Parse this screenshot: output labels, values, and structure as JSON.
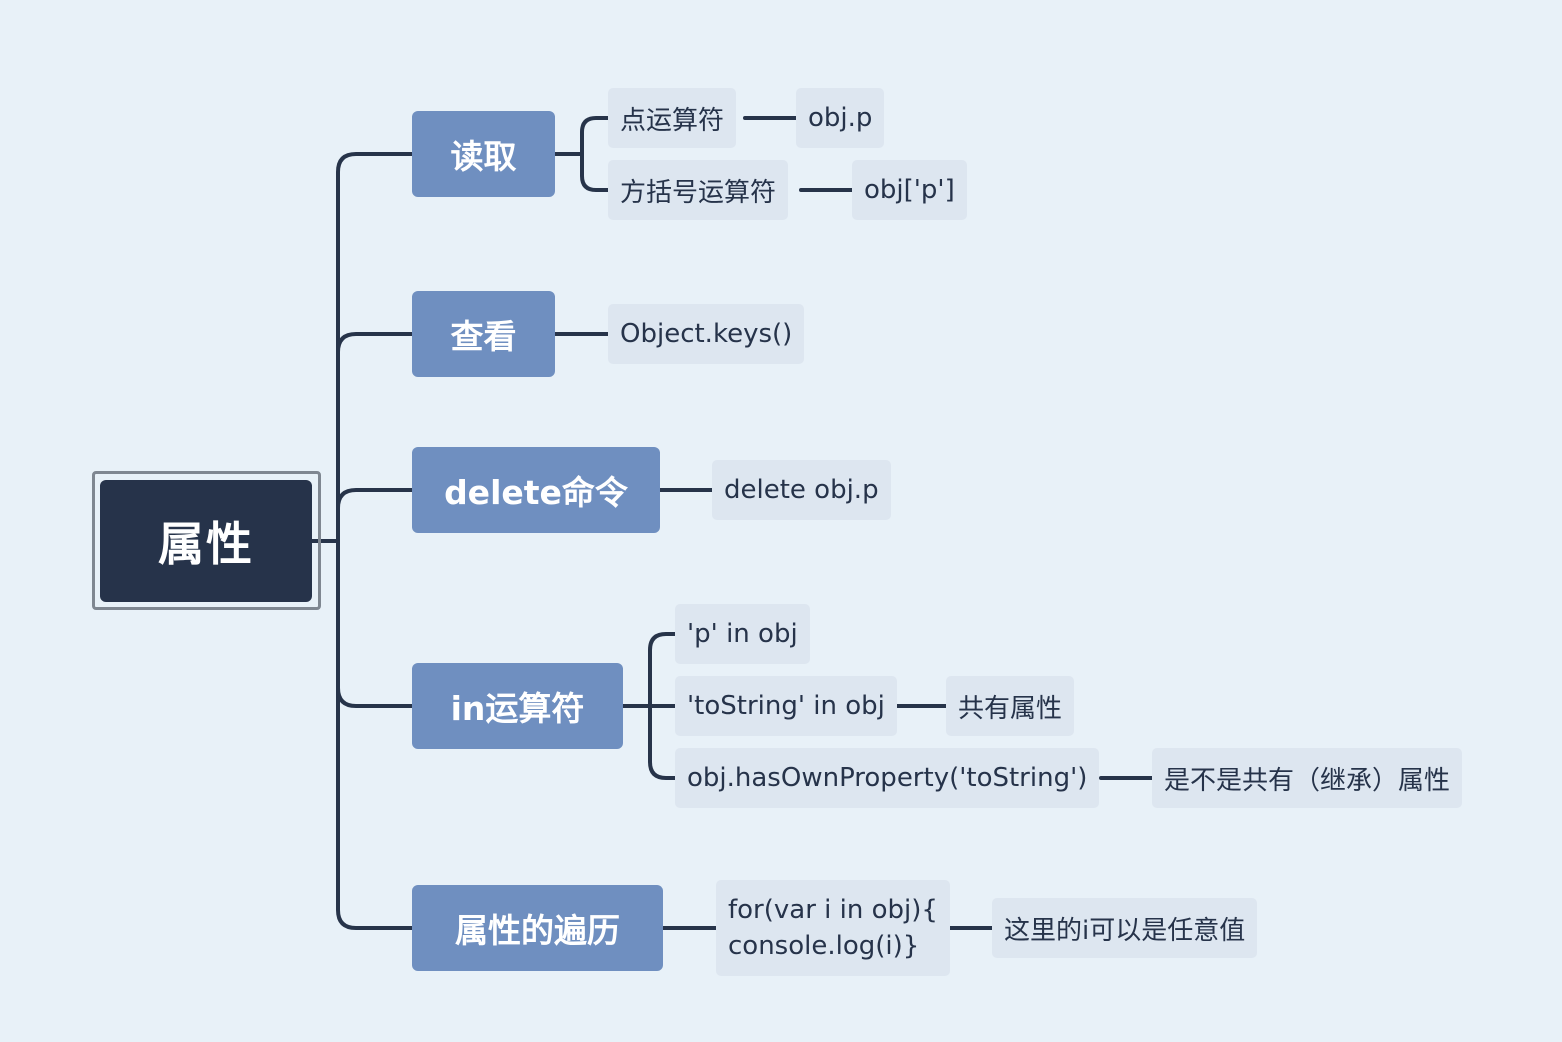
{
  "root": {
    "label": "属性"
  },
  "branches": [
    {
      "label": "读取"
    },
    {
      "label": "查看"
    },
    {
      "label": "delete命令"
    },
    {
      "label": "in运算符"
    },
    {
      "label": "属性的遍历"
    }
  ],
  "leaves": {
    "dot_operator": "点运算符",
    "dot_example": "obj.p",
    "bracket_operator": "方括号运算符",
    "bracket_example": "obj['p']",
    "object_keys": "Object.keys()",
    "delete_example": "delete obj.p",
    "in_p": "'p' in obj",
    "in_tostring": "'toString' in obj",
    "shared_prop": "共有属性",
    "has_own": "obj.hasOwnProperty('toString')",
    "is_shared": "是不是共有（继承）属性",
    "for_line1": "for(var i in obj){",
    "for_line2": "console.log(i)}",
    "any_value": "这里的i可以是任意值"
  },
  "colors": {
    "background": "#e8f1f8",
    "root": "#26334a",
    "branch": "#6f8fc0",
    "leaf": "#dde6f0",
    "connector": "#27344a"
  }
}
